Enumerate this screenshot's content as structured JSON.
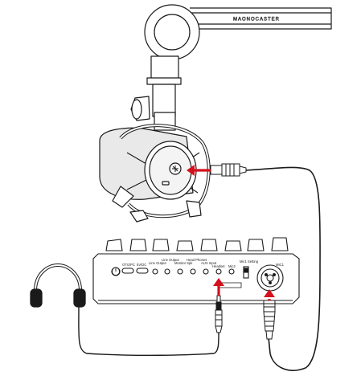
{
  "boom_arm": {
    "brand_text": "MAONOCASTER"
  },
  "audio_interface": {
    "port_labels": {
      "usb_out": "OTG/PC",
      "usb_in": "5V/DC",
      "line_out_1": "Line Output",
      "line_out_2": "Line Output",
      "monitor": "Monitor Spk",
      "phones": "Head Phones",
      "aux": "AUX Input",
      "headset": "Headset",
      "mic": "Mic2",
      "mic_setting": "Mic1 Setting",
      "combo": "MIC1"
    }
  },
  "colors": {
    "line": "#1a1a1a",
    "fill": "#ffffff",
    "arrow": "#d4101c",
    "mic_body": "#e9e9e9"
  },
  "icons": [
    "headphones-icon",
    "microphone-icon",
    "xlr-connector-icon",
    "trs-jack-icon",
    "power-icon"
  ]
}
